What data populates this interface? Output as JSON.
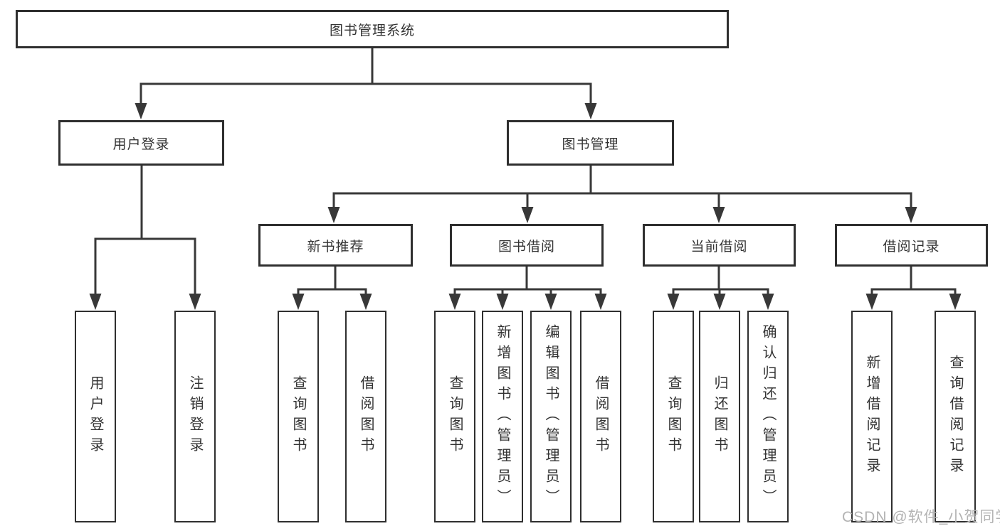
{
  "diagram": {
    "title_node": {
      "label": "图书管理系统"
    },
    "level1": [
      {
        "label": "用户登录"
      },
      {
        "label": "图书管理"
      }
    ],
    "level2": [
      {
        "label": "新书推荐"
      },
      {
        "label": "图书借阅"
      },
      {
        "label": "当前借阅"
      },
      {
        "label": "借阅记录"
      }
    ],
    "leaves": {
      "user_login": [
        {
          "label": "用户登录"
        },
        {
          "label": "注销登录"
        }
      ],
      "new_book_recommend": [
        {
          "label": "查询图书"
        },
        {
          "label": "借阅图书"
        }
      ],
      "book_borrow": [
        {
          "label": "查询图书"
        },
        {
          "label": "新增图书（管理员）"
        },
        {
          "label": "编辑图书（管理员）"
        },
        {
          "label": "借阅图书"
        }
      ],
      "current_borrow": [
        {
          "label": "查询图书"
        },
        {
          "label": "归还图书"
        },
        {
          "label": "确认归还（管理员）"
        }
      ],
      "borrow_records": [
        {
          "label": "新增借阅记录"
        },
        {
          "label": "查询借阅记录"
        }
      ]
    }
  },
  "watermark": {
    "text": "CSDN @软件_小贺同学"
  },
  "colors": {
    "line": "#383838",
    "box_border": "#2f2f2f",
    "text": "#333333",
    "watermark": "#b3b3b3",
    "background": "#ffffff"
  }
}
